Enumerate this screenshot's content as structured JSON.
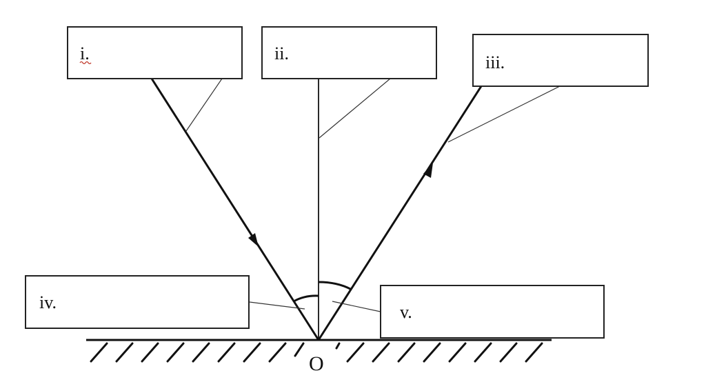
{
  "labels": {
    "box1": "i.",
    "box2": "ii.",
    "box3": "iii.",
    "box4": "iv.",
    "box5": "v.",
    "point": "O"
  },
  "colors": {
    "line": "#111111",
    "background": "#ffffff"
  }
}
